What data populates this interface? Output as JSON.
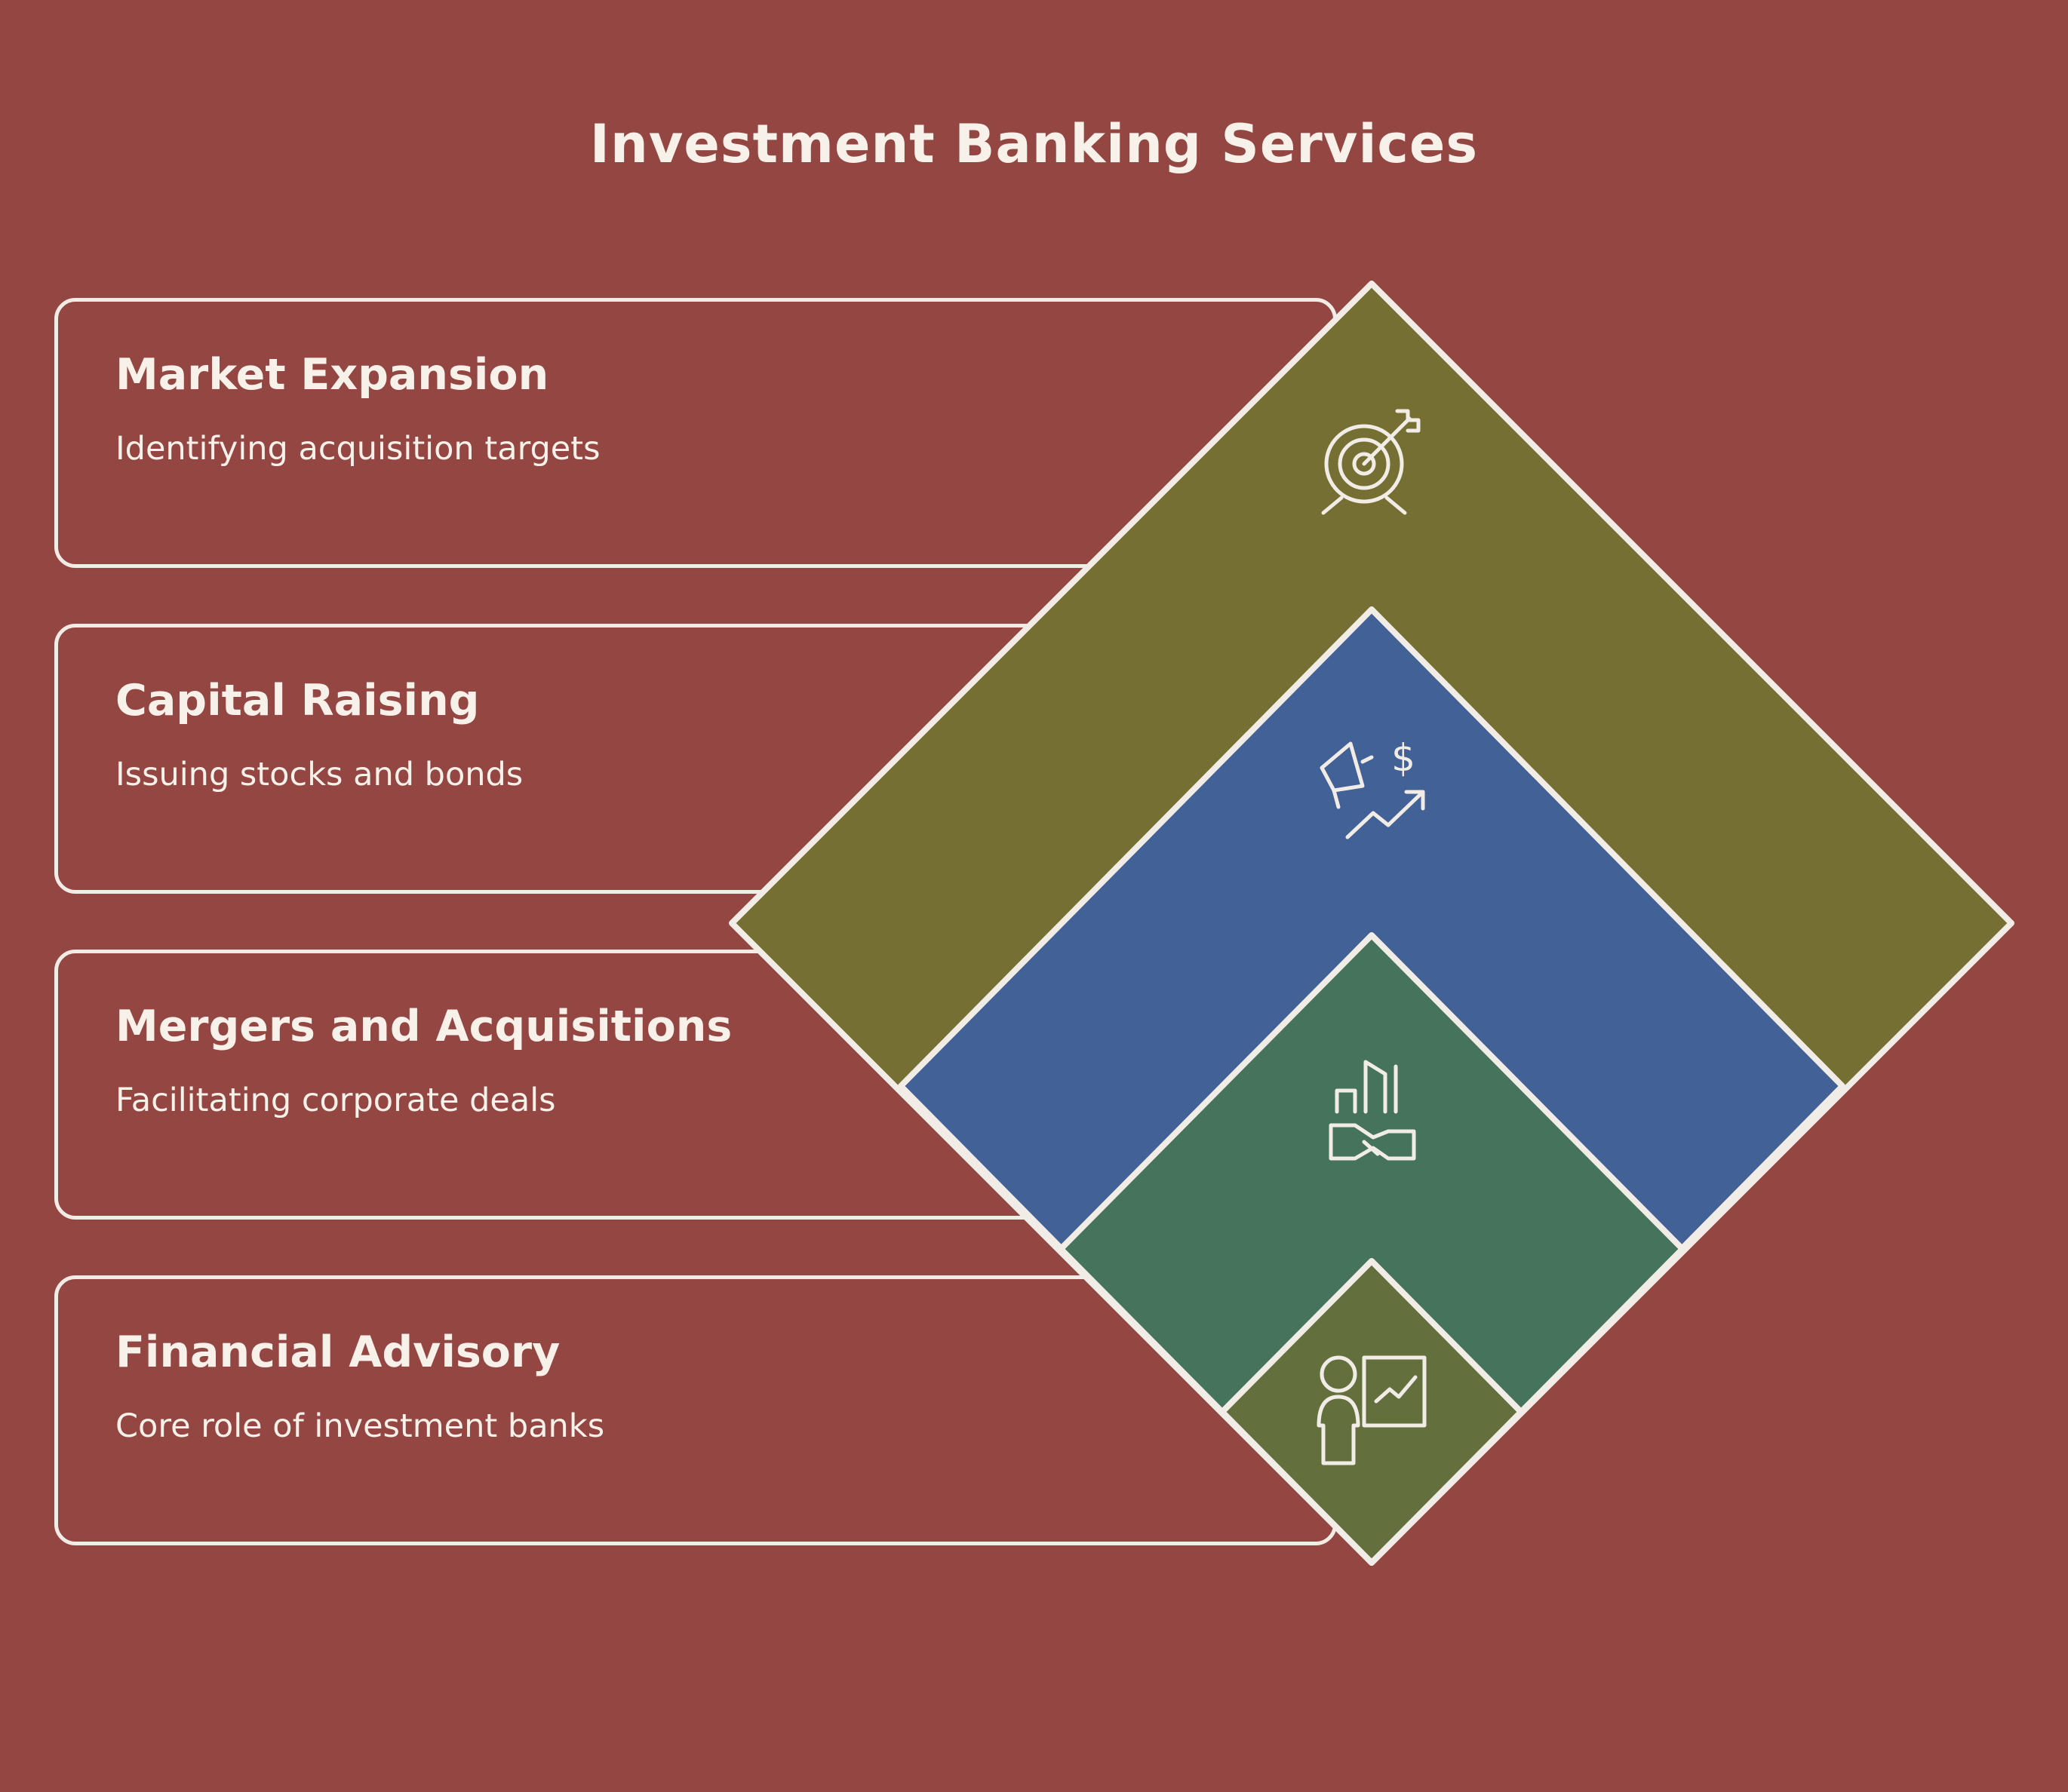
{
  "title": "Investment Banking Services",
  "colors": {
    "background": "#944643",
    "outline": "#f2ece6",
    "text": "#f7f1ea",
    "layer_market_expansion": "#766f33",
    "layer_capital_raising": "#426196",
    "layer_mergers_acquisitions": "#45735b",
    "layer_financial_advisory": "#646f3e"
  },
  "layers": [
    {
      "title": "Market Expansion",
      "description": "Identifying acquisition targets",
      "icon": "target-icon"
    },
    {
      "title": "Capital Raising",
      "description": "Issuing stocks and bonds",
      "icon": "megaphone-dollar-growth-icon"
    },
    {
      "title": "Mergers and Acquisitions",
      "description": "Facilitating corporate deals",
      "icon": "handshake-buildings-icon"
    },
    {
      "title": "Financial Advisory",
      "description": "Core role of investment banks",
      "icon": "presenter-chart-icon"
    }
  ]
}
